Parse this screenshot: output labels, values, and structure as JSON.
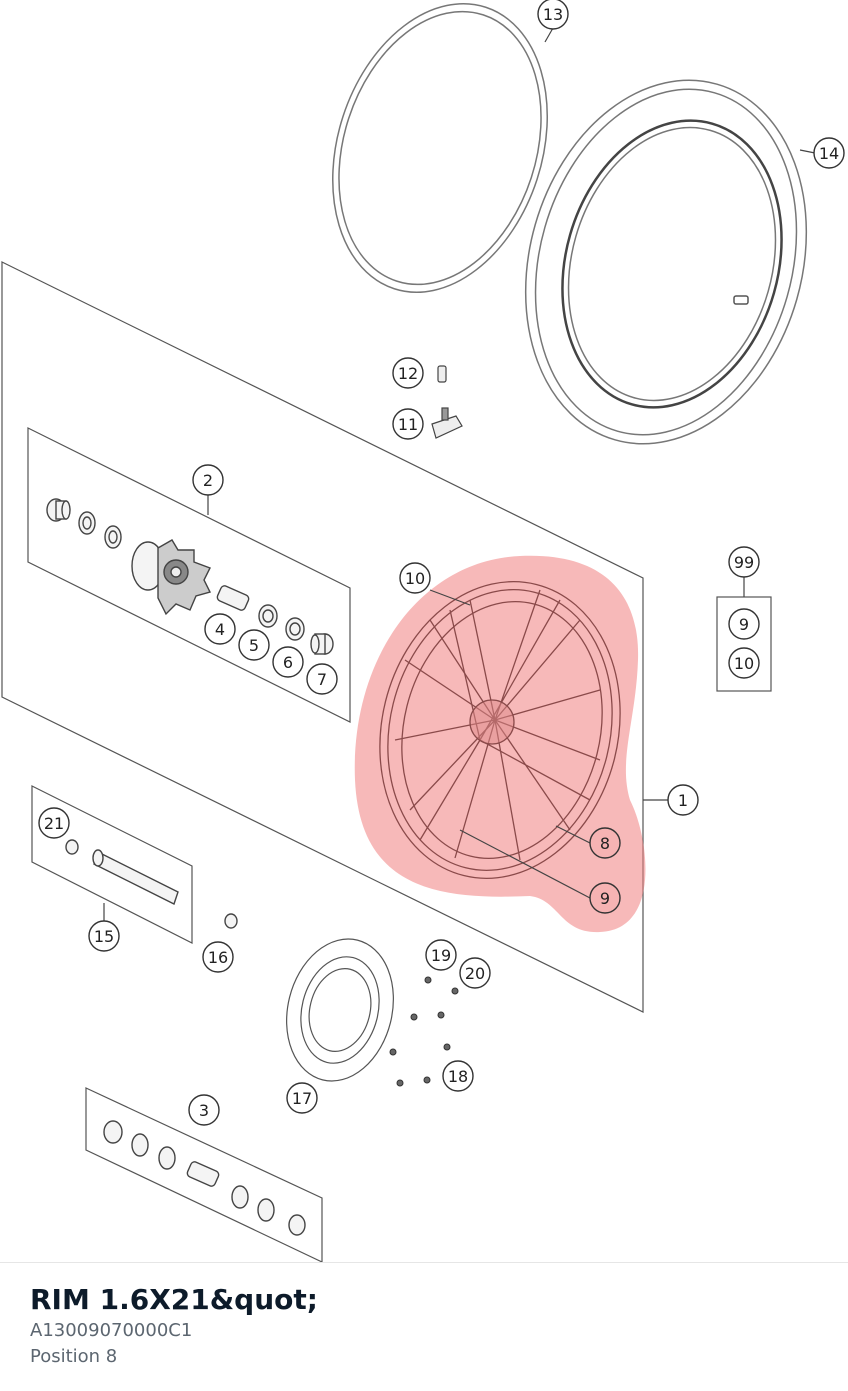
{
  "diagram": {
    "highlight_color": "#f08080",
    "callouts": [
      "13",
      "14",
      "12",
      "11",
      "2",
      "4",
      "5",
      "6",
      "7",
      "10",
      "99",
      "9",
      "10",
      "1",
      "8",
      "9",
      "21",
      "15",
      "16",
      "19",
      "20",
      "18",
      "17",
      "3"
    ]
  },
  "part": {
    "title": "RIM 1.6X21&quot;",
    "number": "A13009070000C1",
    "position": "Position 8"
  }
}
